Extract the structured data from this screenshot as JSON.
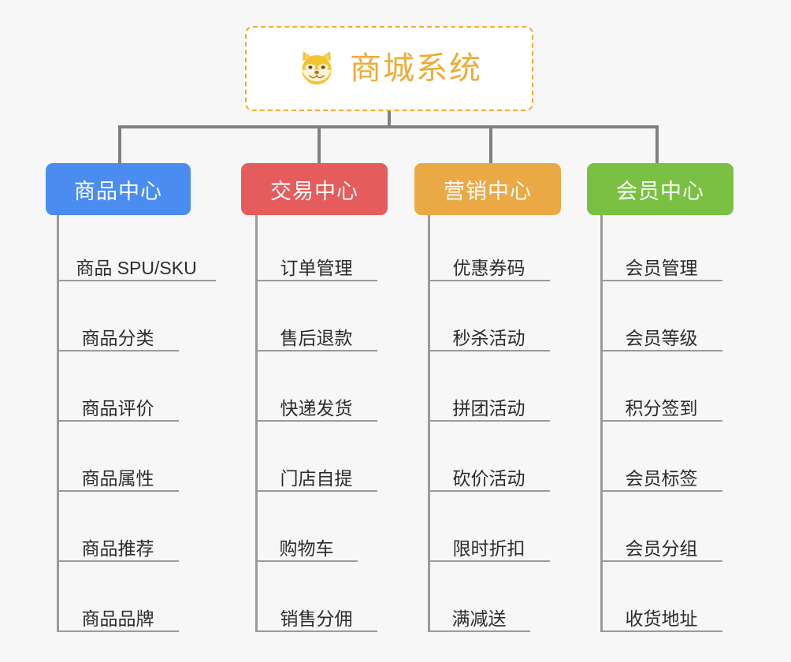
{
  "background_color": "#f7f7f7",
  "root": {
    "title": "商城系统",
    "icon": "dog-face-emoji",
    "border_color": "#efab34",
    "text_color": "#efab34"
  },
  "connector_color": "#808080",
  "branch_line_color": "#9a9a9a",
  "columns": [
    {
      "id": "product-center",
      "label": "商品中心",
      "color": "#4a8cf0",
      "items": [
        "商品 SPU/SKU",
        "商品分类",
        "商品评价",
        "商品属性",
        "商品推荐",
        "商品品牌"
      ]
    },
    {
      "id": "trade-center",
      "label": "交易中心",
      "color": "#e55c5c",
      "items": [
        "订单管理",
        "售后退款",
        "快递发货",
        "门店自提",
        "购物车",
        "销售分佣"
      ]
    },
    {
      "id": "marketing-center",
      "label": "营销中心",
      "color": "#eaa944",
      "items": [
        "优惠券码",
        "秒杀活动",
        "拼团活动",
        "砍价活动",
        "限时折扣",
        "满减送"
      ]
    },
    {
      "id": "member-center",
      "label": "会员中心",
      "color": "#7ac143",
      "items": [
        "会员管理",
        "会员等级",
        "积分签到",
        "会员标签",
        "会员分组",
        "收货地址"
      ]
    }
  ]
}
